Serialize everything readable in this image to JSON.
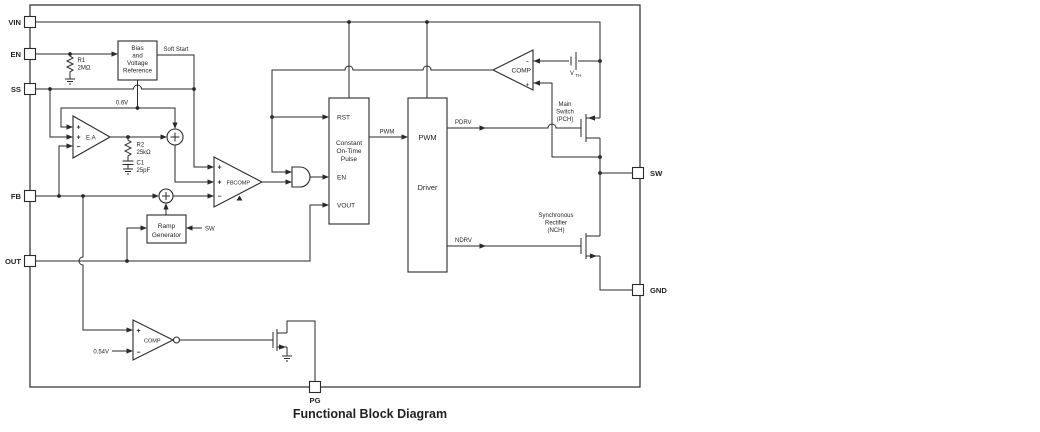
{
  "caption": "Functional Block Diagram",
  "pins": {
    "vin": "VIN",
    "en": "EN",
    "ss": "SS",
    "fb": "FB",
    "out": "OUT",
    "sw": "SW",
    "gnd": "GND",
    "pg": "PG"
  },
  "blocks": {
    "bias": {
      "l1": "Bias",
      "l2": "and",
      "l3": "Voltage",
      "l4": "Reference"
    },
    "cot": {
      "port_rst": "RST",
      "port_en": "EN",
      "port_vout": "VOUT",
      "l1": "Constant",
      "l2": "On-Time",
      "l3": "Pulse"
    },
    "driver": {
      "l1": "PWM",
      "l2": "Driver"
    },
    "ramp": {
      "l1": "Ramp",
      "l2": "Generator"
    }
  },
  "amps": {
    "ea": {
      "label": "E.A"
    },
    "fbcomp": {
      "label": "FBCOMP"
    },
    "zc": {
      "label": "COMP"
    },
    "pg": {
      "label": "COMP"
    }
  },
  "symbols": {
    "plus": "+",
    "minus": "−"
  },
  "components": {
    "r1": {
      "name": "R1",
      "value": "2MΩ"
    },
    "r2": {
      "name": "R2",
      "value": "25kΩ"
    },
    "c1": {
      "name": "C1",
      "value": "25pF"
    },
    "vth": {
      "main": "V",
      "sub": "TH"
    }
  },
  "signals": {
    "soft_start": "Soft Start",
    "ref": "0.6V",
    "pg_ref": "0.54V",
    "pwm": "PWM",
    "pdrv": "PDRV",
    "ndrv": "NDRV",
    "sw_ramp": "SW"
  },
  "transistors": {
    "pch": {
      "l1": "Main",
      "l2": "Switch",
      "l3": "(PCH)"
    },
    "nch": {
      "l1": "Synchronous",
      "l2": "Rectifier",
      "l3": "(NCH)"
    }
  },
  "colors": {
    "line": "#2a2a2a",
    "background": "#ffffff"
  }
}
